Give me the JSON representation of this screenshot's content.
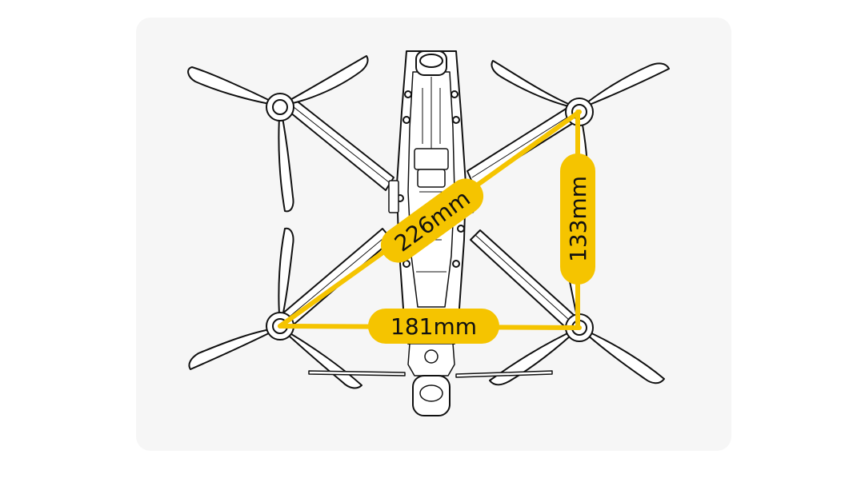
{
  "diagram": {
    "dimensions": {
      "diagonal": "226mm",
      "width": "181mm",
      "height": "133mm"
    },
    "colors": {
      "background": "#ffffff",
      "card": "#f6f6f6",
      "accent": "#f5c400",
      "line": "#111111",
      "fill": "#ffffff"
    }
  }
}
